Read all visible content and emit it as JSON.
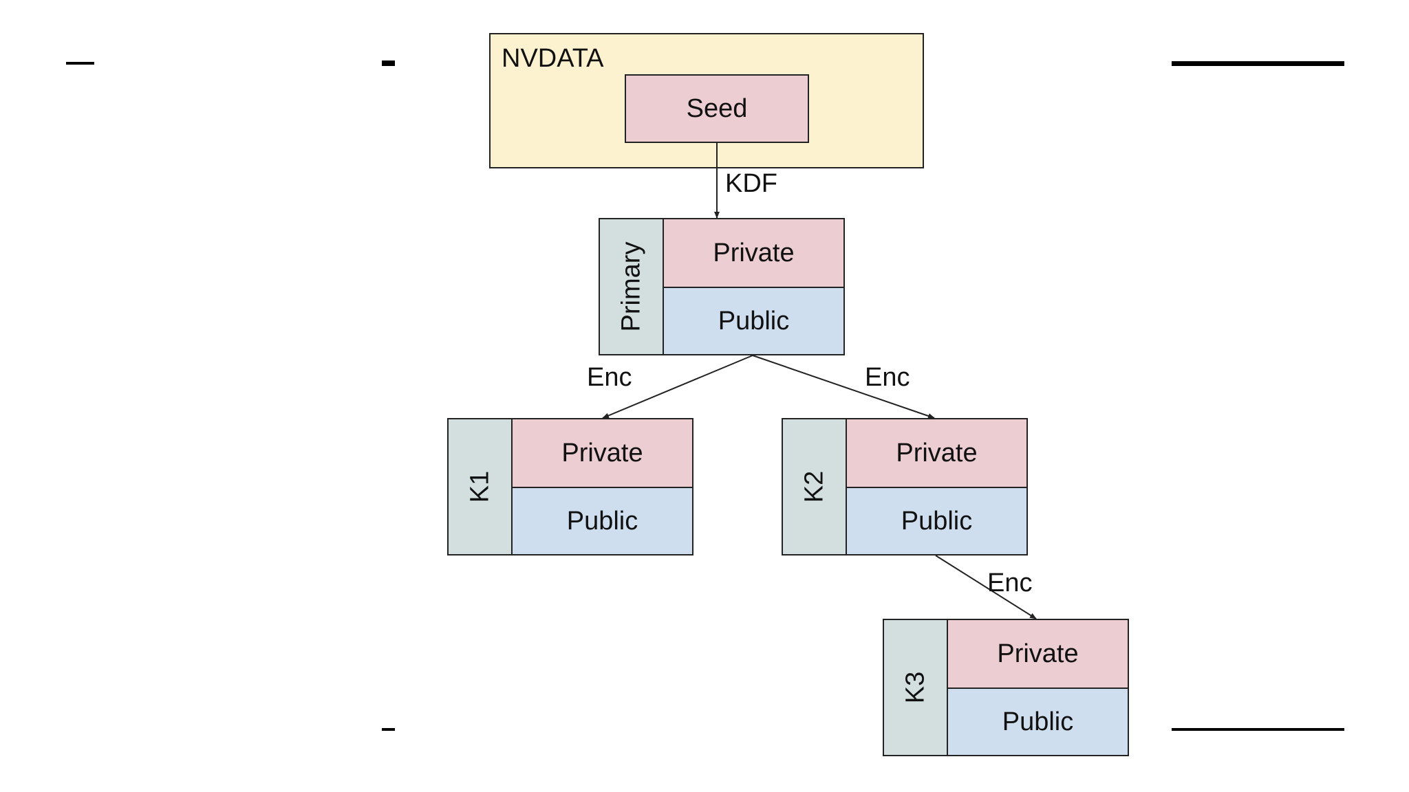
{
  "colors": {
    "nvdata_fill": "#fdf2cf",
    "private_fill": "#ebcdd2",
    "public_fill": "#cfdeef",
    "side_fill": "#d2dfde",
    "stroke": "#222222",
    "text": "#111111"
  },
  "nvdata": {
    "label": "NVDATA",
    "seed": "Seed"
  },
  "edges": {
    "kdf": "KDF",
    "enc": "Enc"
  },
  "keys": {
    "primary": {
      "name": "Primary",
      "private": "Private",
      "public": "Public"
    },
    "k1": {
      "name": "K1",
      "private": "Private",
      "public": "Public"
    },
    "k2": {
      "name": "K2",
      "private": "Private",
      "public": "Public"
    },
    "k3": {
      "name": "K3",
      "private": "Private",
      "public": "Public"
    }
  }
}
